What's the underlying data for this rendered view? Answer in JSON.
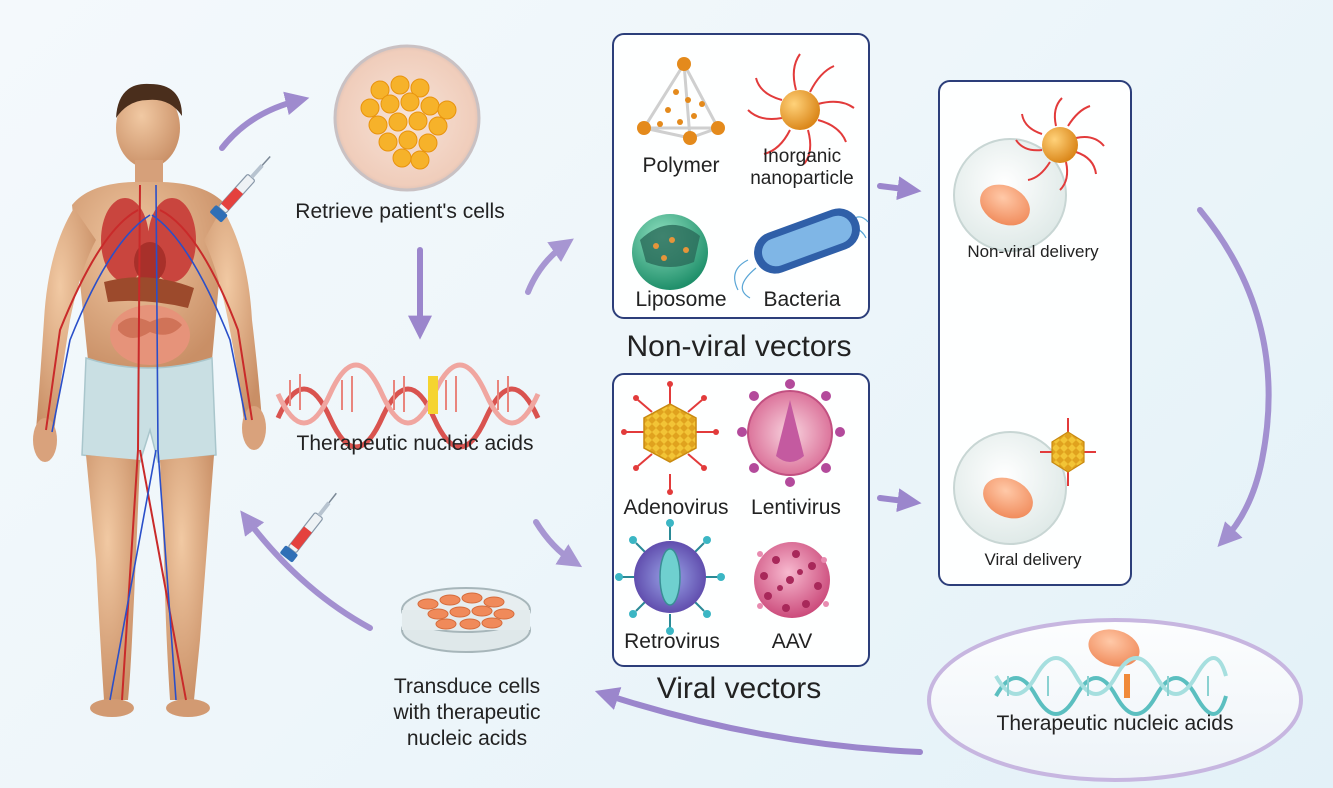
{
  "steps": {
    "retrieve": "Retrieve patient's cells",
    "nucleic_acids": "Therapeutic nucleic acids",
    "transduce": [
      "Transduce cells",
      "with therapeutic",
      "nucleic acids"
    ]
  },
  "non_viral": {
    "title": "Non-viral vectors",
    "items": [
      "Polymer",
      "Inorganic",
      "nanoparticle",
      "Liposome",
      "Bacteria"
    ]
  },
  "viral": {
    "title": "Viral vectors",
    "items": [
      "Adenovirus",
      "Lentivirus",
      "Retrovirus",
      "AAV"
    ]
  },
  "delivery": {
    "non_viral": "Non-viral delivery",
    "viral": "Viral delivery"
  },
  "result": {
    "label": "Therapeutic nucleic acids"
  },
  "colors": {
    "arrow": "#9b86cc",
    "panel_border": "#2c3e7a",
    "nanoparticle": "#e48a1c",
    "dna_red": "#d9534f",
    "dna_teal": "#5bbfc0"
  }
}
